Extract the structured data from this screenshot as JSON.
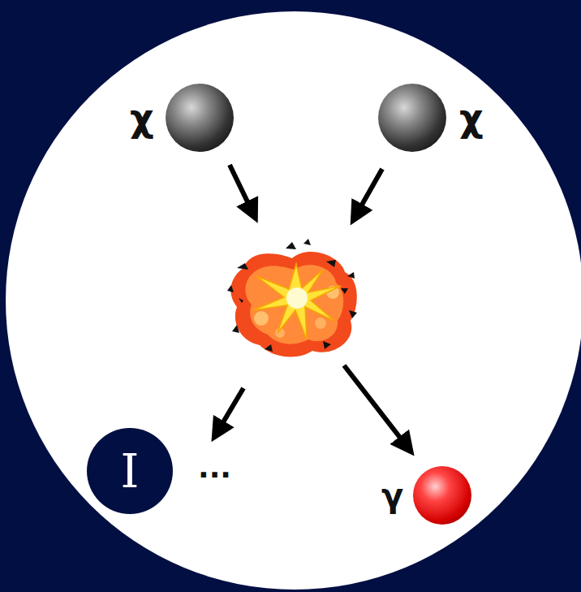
{
  "diagram": {
    "nodes": [
      {
        "text": [
          "χ"
        ]
      },
      {
        "text": [
          "χ"
        ]
      },
      {
        "text": [
          "I"
        ]
      },
      {
        "text": [
          "γ"
        ]
      }
    ],
    "labels": [
      "..."
    ]
  }
}
